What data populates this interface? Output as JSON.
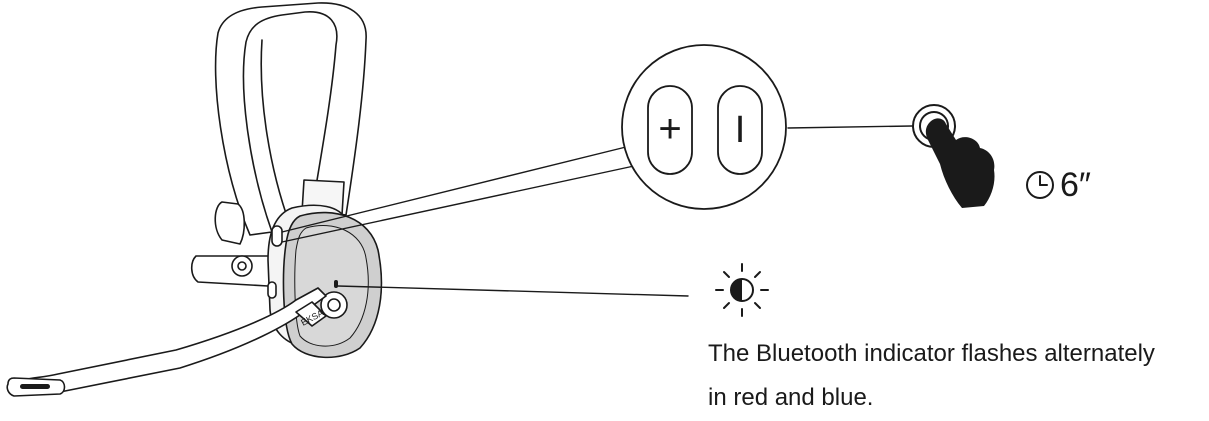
{
  "instruction": {
    "hold_duration": "6″",
    "indicator_text_line1": "The Bluetooth indicator flashes alternately",
    "indicator_text_line2": "in red and blue."
  },
  "buttons": {
    "volume_up_symbol": "+",
    "multi_function_symbol": "I"
  },
  "device": {
    "brand_mark": "EKSA"
  },
  "icons": {
    "clock": "clock-icon",
    "press_hand": "hand-press-icon",
    "light": "led-flash-icon"
  },
  "colors": {
    "line": "#1a1a1a",
    "shell": "#f4f4f4",
    "cushion": "#cfcfcf"
  }
}
